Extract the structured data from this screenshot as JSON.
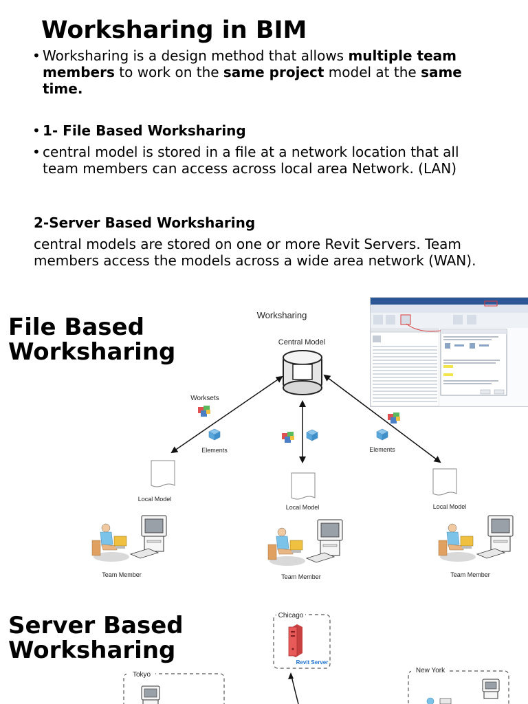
{
  "title": "Worksharing in BIM",
  "intro": {
    "bullet": "•",
    "parts": [
      {
        "text": "Worksharing is a design method that allows ",
        "bold": false
      },
      {
        "text": "multiple team members",
        "bold": true
      },
      {
        "text": " to work on the ",
        "bold": false
      },
      {
        "text": "same project",
        "bold": true
      },
      {
        "text": " model at the ",
        "bold": false
      },
      {
        "text": "same time.",
        "bold": true
      }
    ]
  },
  "file_based": {
    "heading": "1- File Based Worksharing",
    "description": "central model is stored in a file at a network location that all team members can access across local area Network. (LAN)"
  },
  "server_based": {
    "heading": "2-Server Based Worksharing",
    "description": "central models are stored on one or more Revit Servers. Team members access the models across a wide area network (WAN)."
  },
  "diagram1": {
    "side_title_line1": "File Based",
    "side_title_line2": "Worksharing",
    "header": "Worksharing",
    "central": "Central Model",
    "worksets": "Worksets",
    "elements_left": "Elements",
    "elements_right": "Elements",
    "local_left": "Local Model",
    "local_mid": "Local Model",
    "local_right": "Local Model",
    "team_left": "Team Member",
    "team_mid": "Team Member",
    "team_right": "Team Member"
  },
  "diagram2": {
    "side_title_line1": "Server Based",
    "side_title_line2": "Worksharing",
    "chicago": "Chicago",
    "revit_server": "Revit Server",
    "tokyo": "Tokyo",
    "new_york": "New York"
  },
  "colors": {
    "server_red": "#e85a5a",
    "revit_server_text": "#1a6fd1",
    "arrow": "#111111",
    "highlight_red": "#d83b3b"
  }
}
